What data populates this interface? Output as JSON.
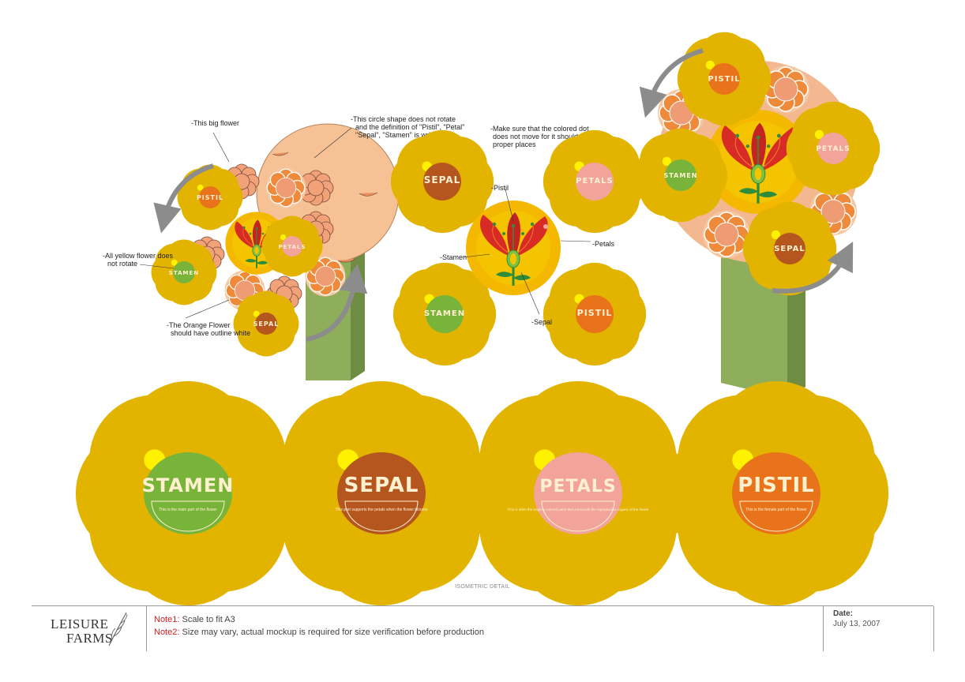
{
  "annotations": {
    "big_flower": "-This big flower",
    "circle_shape": [
      "-This circle shape does not rotate",
      "and the definition of \"Pistil\", \"Petal\"",
      "\"Sepal\", \"Stamen\" is writte on it"
    ],
    "colored_dot": [
      "-Make sure that the colored dot",
      "does not move for it should be in their",
      "proper places"
    ],
    "yellow_flower": [
      "-All yellow flower does",
      "not rotate"
    ],
    "orange_flower": [
      "-The Orange Flower",
      "should have outline white"
    ],
    "pistil": "-Pistil",
    "petals": "-Petals",
    "stamen": "-Stamen",
    "sepal": "-Sepal"
  },
  "badges": {
    "stamen": {
      "word": "STAMEN",
      "color": "#79b43a",
      "desc": "This is the male part of the flower"
    },
    "sepal": {
      "word": "SEPAL",
      "color": "#b5561e",
      "desc": "This part supports the petals when the flower blooms"
    },
    "petals": {
      "word": "PETALS",
      "color": "#f2a39a",
      "desc": "This is often the brightly colored parts that surrounds the reproductive organs of the flower"
    },
    "pistil": {
      "word": "PISTIL",
      "color": "#e8731a",
      "desc": "This is the female part of the flower"
    }
  },
  "caption": "ISOMETRIC DETAIL",
  "footer": {
    "logo_line1": "LEISURE",
    "logo_line2": "FARMS",
    "note1_label": "Note1:",
    "note1_text": "Scale to fit A3",
    "note2_label": "Note2:",
    "note2_text": "Size may vary, actual mockup is required for size verification before production",
    "date_label": "Date:",
    "date_value": "July 13, 2007"
  },
  "colors": {
    "yellow": "#fff200",
    "yellow_shadow": "#e2b400",
    "orange_ring": "#ee8a3a",
    "salmon": "#f4b890",
    "peach": "#f5c195",
    "disc": "#e98d5b",
    "stand": "#8fae5b",
    "stand_side": "#6e8c42",
    "red_petal": "#d92b26",
    "gold": "#f5b800",
    "arrow": "#8c8c8c"
  }
}
